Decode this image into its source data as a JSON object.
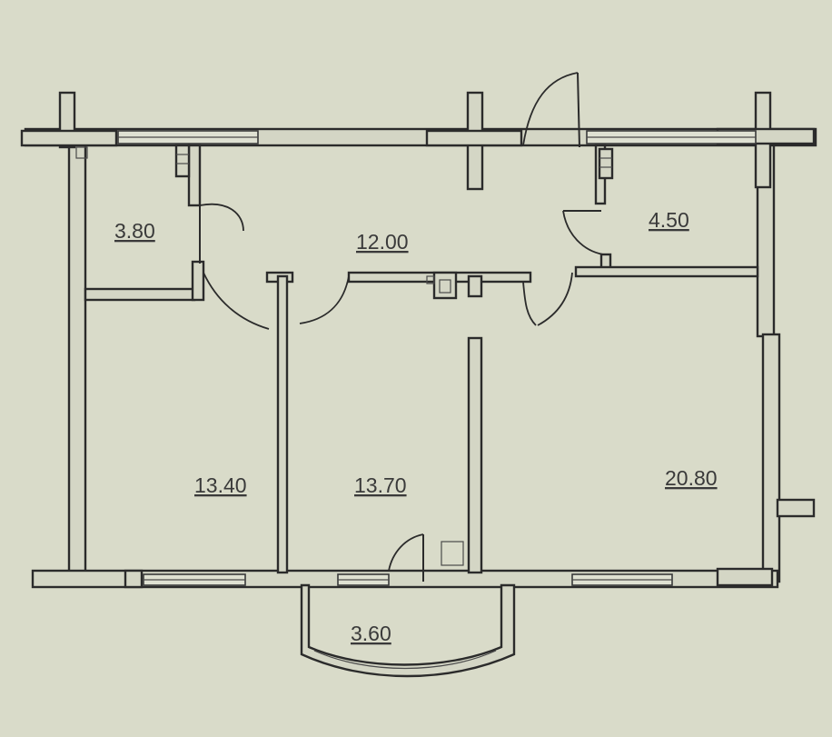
{
  "plan": {
    "rooms": [
      {
        "id": "room-storage-left",
        "area": "3.80"
      },
      {
        "id": "room-hall",
        "area": "12.00"
      },
      {
        "id": "room-bath",
        "area": "4.50"
      },
      {
        "id": "room-left",
        "area": "13.40"
      },
      {
        "id": "room-middle",
        "area": "13.70"
      },
      {
        "id": "room-right",
        "area": "20.80"
      },
      {
        "id": "room-balcony",
        "area": "3.60"
      }
    ]
  },
  "colors": {
    "background": "#d9dbc9",
    "line": "#2b2b2b"
  }
}
